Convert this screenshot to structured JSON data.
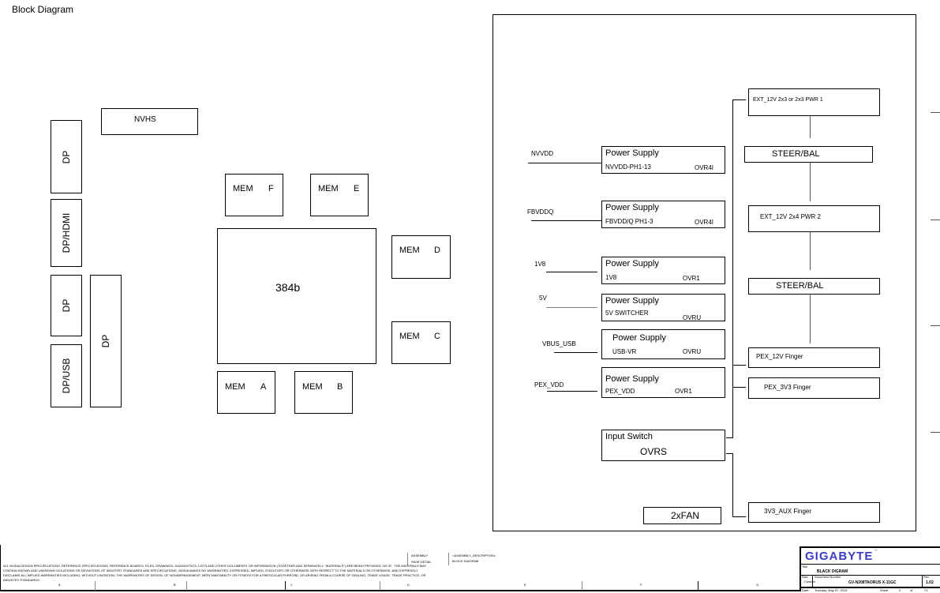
{
  "title": "Block Diagram",
  "left": {
    "nvhs": "NVHS",
    "connectors": [
      "DP",
      "DP/HDMI",
      "DP",
      "DP/USB",
      "DP"
    ],
    "gpu": "384b",
    "mem": [
      {
        "name": "MEM",
        "id": "F"
      },
      {
        "name": "MEM",
        "id": "E"
      },
      {
        "name": "MEM",
        "id": "D"
      },
      {
        "name": "MEM",
        "id": "C"
      },
      {
        "name": "MEM",
        "id": "A"
      },
      {
        "name": "MEM",
        "id": "B"
      }
    ]
  },
  "power": {
    "rails": [
      {
        "net": "NVVDD",
        "title": "Power Supply",
        "sub": "NVVDD-PH1-13",
        "ctrl": "OVR4I"
      },
      {
        "net": "FBVDDQ",
        "title": "Power Supply",
        "sub": "FBVDD/Q PH1-3",
        "ctrl": "OVR4I"
      },
      {
        "net": "1V8",
        "title": "Power Supply",
        "sub": "1V8",
        "ctrl": "OVR1"
      },
      {
        "net": "5V",
        "title": "Power Supply",
        "sub": "5V  SWITCHER",
        "ctrl": "OVRU"
      },
      {
        "net": "VBUS_USB",
        "title": "Power Supply",
        "sub": "USB-VR",
        "ctrl": "OVRU"
      },
      {
        "net": "PEX_VDD",
        "title": "Power Supply",
        "sub": "PEX_VDD",
        "ctrl": "OVR1"
      }
    ],
    "input_switch": {
      "title": "Input Switch",
      "sub": "OVRS"
    },
    "fan": "2xFAN",
    "sources": {
      "ext1": "EXT_12V 2x3 or 2x3 PWR 1",
      "steer1": "STEER/BAL",
      "ext2": "EXT_12V 2x4 PWR 2",
      "steer2": "STEER/BAL",
      "pex12": "PEX_12V Finger",
      "pex3v3": "PEX_3V3 Finger",
      "aux": "3V3_AUX Finger"
    }
  },
  "footer": {
    "disclaimer": "ALL NVIDIA DESIGN SPECIFICATIONS, REFERENCE SPECIFICATIONS, REFERENCE BOARDS, FILES, DRAWINGS, DIAGNOSTICS, LISTS AND OTHER DOCUMENTS OR INFORMATION (TOGETHER AND SEPARATELY, \"MATERIALS\") ARE BEING PROVIDED \"AS IS\". THE MATERIALS MAY CONTAIN KNOWN AND UNKNOWN VIOLATIONS OR DEVIATIONS OF INDUSTRY STANDARDS AND SPECIFICATIONS. NVIDIA MAKES NO WARRANTIES, EXPRESSED, IMPLIED, STATUTORY OR OTHERWISE WITH RESPECT TO THE MATERIALS OR OTHERWISE, AND EXPRESSLY DISCLAIMS ALL IMPLIED WARRANTIES INCLUDING, WITHOUT LIMITATION, THE WARRANTIES OF DESIGN, OF NONINFRINGEMENT, MERCHANTABILITY OR FITNESS FOR A PARTICULAR PURPOSE, OR ARISING FROM A COURSE OF DEALING, TRADE USAGE, TRADE PRACTICE, OR INDUSTRY STANDARDS.",
    "assembly_label": "ASSEMBLY",
    "page_detail_label": "PAGE DETAIL",
    "assembly_desc": "<ASSEMBLY_DESCRIPTION>",
    "page_desc": "BLOCK DIAGRAM",
    "columns": [
      "A",
      "B",
      "C",
      "D",
      "E",
      "F",
      "G"
    ]
  },
  "titleblock": {
    "brand": "GIGABYTE",
    "tm": "™",
    "title_label": "Title",
    "title": "BLACK DIGRAM",
    "size_label": "Size",
    "size": "Custom",
    "doc_label": "Document Number",
    "doc": "GV-N208TAORUS X-11GC",
    "rev_label": "Rev",
    "rev": "1.02",
    "date_label": "Date:",
    "date": "Tuesday, May 07, 2019",
    "sheet_label": "Sheet",
    "sheet": "2",
    "of": "of",
    "total": "71"
  },
  "colors": {
    "brand": "#3b3bc8"
  }
}
